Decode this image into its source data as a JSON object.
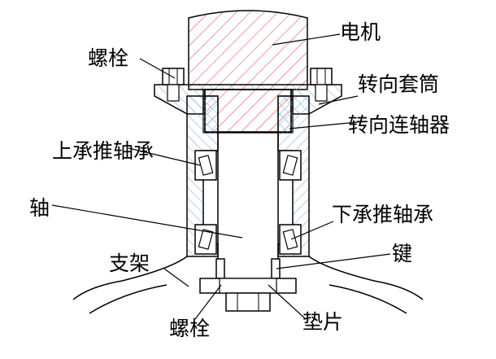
{
  "diagram": {
    "labels": {
      "motor": "电机",
      "bolt_top": "螺栓",
      "steering_sleeve": "转向套筒",
      "steering_coupling": "转向连轴器",
      "upper_thrust_bearing": "上承推轴承",
      "shaft": "轴",
      "lower_thrust_bearing": "下承推轴承",
      "key": "键",
      "bracket": "支架",
      "bolt_bottom": "螺栓",
      "washer": "垫片"
    },
    "colors": {
      "line": "#000000",
      "motor_hatch": "#e0303c",
      "sleeve_hatch": "#6fa6d8"
    }
  }
}
